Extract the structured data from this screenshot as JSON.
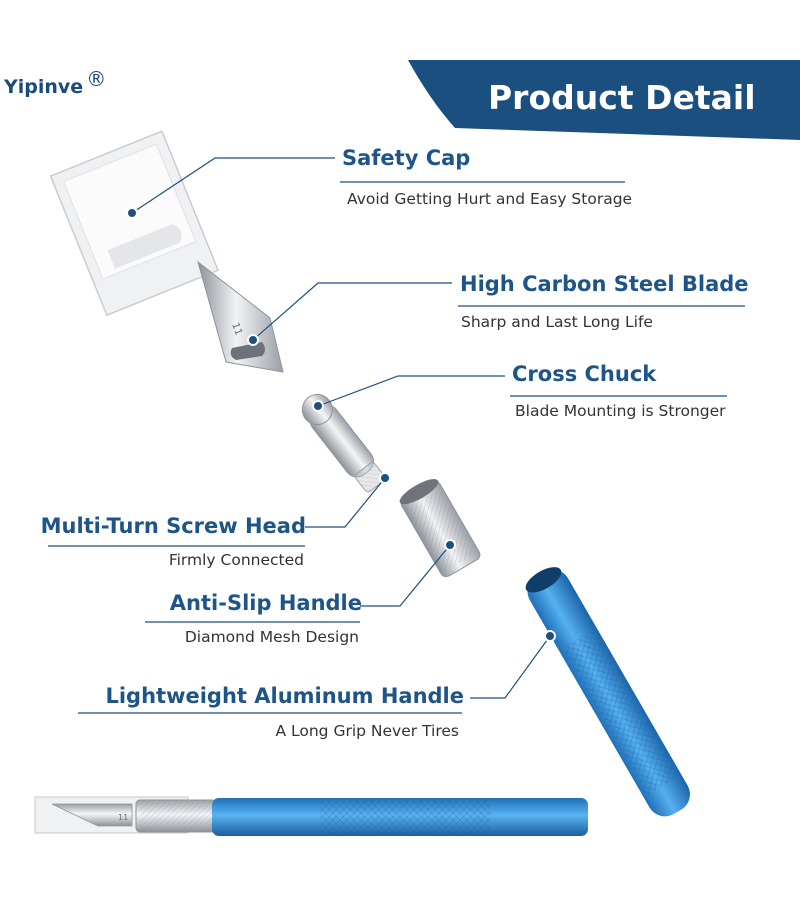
{
  "brand": {
    "name": "Yipinve",
    "mark": "®"
  },
  "banner": {
    "title": "Product Detail"
  },
  "colors": {
    "navy": "#1b4f80",
    "knife_blue": "#2f8fd6",
    "silver": "#c9ccd1"
  },
  "parts": [
    {
      "title": "Safety Cap",
      "desc": "Avoid Getting Hurt and Easy Storage"
    },
    {
      "title": "High Carbon Steel Blade",
      "desc": "Sharp and Last Long Life"
    },
    {
      "title": "Cross Chuck",
      "desc": "Blade Mounting is Stronger"
    },
    {
      "title": "Multi-Turn Screw Head",
      "desc": "Firmly Connected"
    },
    {
      "title": "Anti-Slip Handle",
      "desc": "Diamond Mesh Design"
    },
    {
      "title": "Lightweight Aluminum Handle",
      "desc": "A Long Grip Never Tires"
    }
  ],
  "blade_number": "11"
}
